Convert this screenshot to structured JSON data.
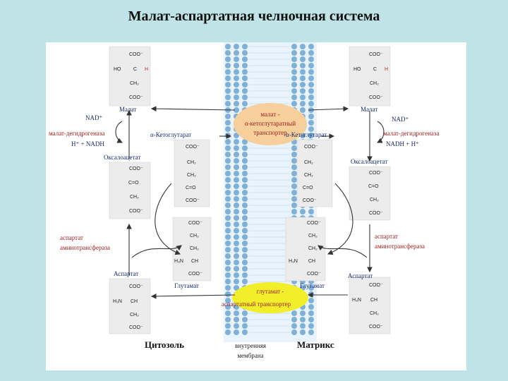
{
  "title": "Малат-аспартатная челночная система",
  "compartments": {
    "cytosol": "Цитозоль",
    "matrix": "Матрикс",
    "membrane_line1": "внутренняя",
    "membrane_line2": "мембрана"
  },
  "transporters": {
    "top_line1": "малат -",
    "top_line2": "α-кетоглутаратный",
    "top_line3": "транспортер",
    "bottom_line1": "глутамат -",
    "bottom_line2": "аспартатный транспортер"
  },
  "left": {
    "malate": "Малат",
    "nad_plus": "NAD⁺",
    "enzyme_mdh": "малат-дегидрогеназа",
    "nadh_h": "H⁺ + NADH",
    "ketoglutarate": "α-Кетоглутарат",
    "oxaloacetate": "Оксалоацетат",
    "enzyme_ast_line1": "аспартат",
    "enzyme_ast_line2": "аминотрансфераза",
    "aspartate": "Аспартат",
    "glutamate": "Глутамат"
  },
  "right": {
    "malate": "Малат",
    "nad_plus": "NAD⁺",
    "enzyme_mdh": "малат-дегидрогеназа",
    "nadh_h": "NADH + H⁺",
    "ketoglutarate": "α-Кетоглутарат",
    "oxaloacetate": "Оксалоацетат",
    "enzyme_ast_line1": "аспартат",
    "enzyme_ast_line2": "аминотрансфераза",
    "aspartate": "Аспартат",
    "glutamate": "Глутамат"
  },
  "chem": {
    "coo": "COO⁻",
    "ch2": "CH₂",
    "co": "C=O",
    "ho": "HO",
    "c": "C",
    "h": "H",
    "h3n": "H₃N",
    "ch": "CH"
  },
  "colors": {
    "membrane_head": "#7fb0d8",
    "transporter_top": "#f6cf9a",
    "transporter_bottom": "#f2ef2a",
    "arrow": "#333333"
  }
}
